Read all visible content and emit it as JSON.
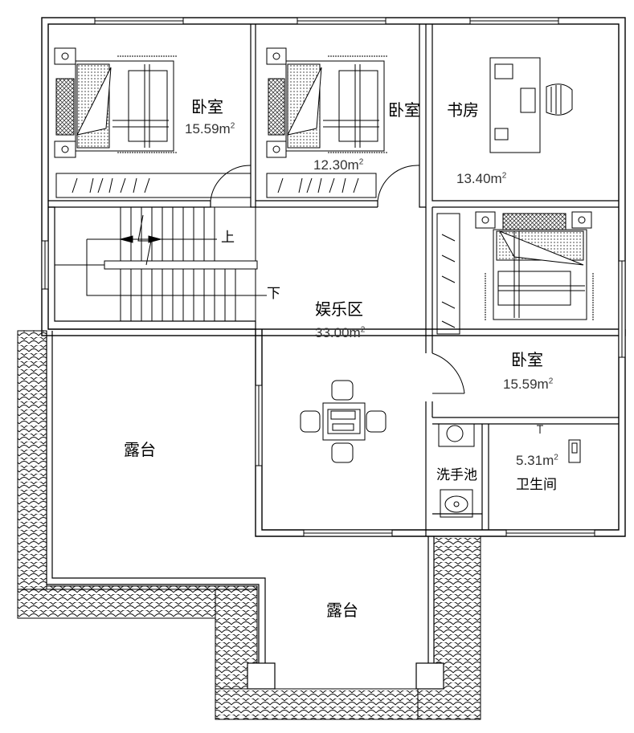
{
  "rooms": {
    "bedroom_nw": {
      "name": "卧室",
      "area_num": "15.59m",
      "area_exp": "2"
    },
    "bedroom_n": {
      "name": "卧室",
      "area_num": "12.30m",
      "area_exp": "2"
    },
    "study": {
      "name": "书房",
      "area_num": "13.40m",
      "area_exp": "2"
    },
    "entertainment": {
      "name": "娱乐区",
      "area_num": "33.00m",
      "area_exp": "2"
    },
    "bedroom_e": {
      "name": "卧室",
      "area_num": "15.59m",
      "area_exp": "2"
    },
    "washbasin": {
      "name": "洗手池"
    },
    "bathroom": {
      "name": "卫生间",
      "area_num": "5.31m",
      "area_exp": "2"
    },
    "terrace_w": {
      "name": "露台"
    },
    "terrace_s": {
      "name": "露台"
    }
  },
  "stairs": {
    "up": "上",
    "down": "下"
  }
}
